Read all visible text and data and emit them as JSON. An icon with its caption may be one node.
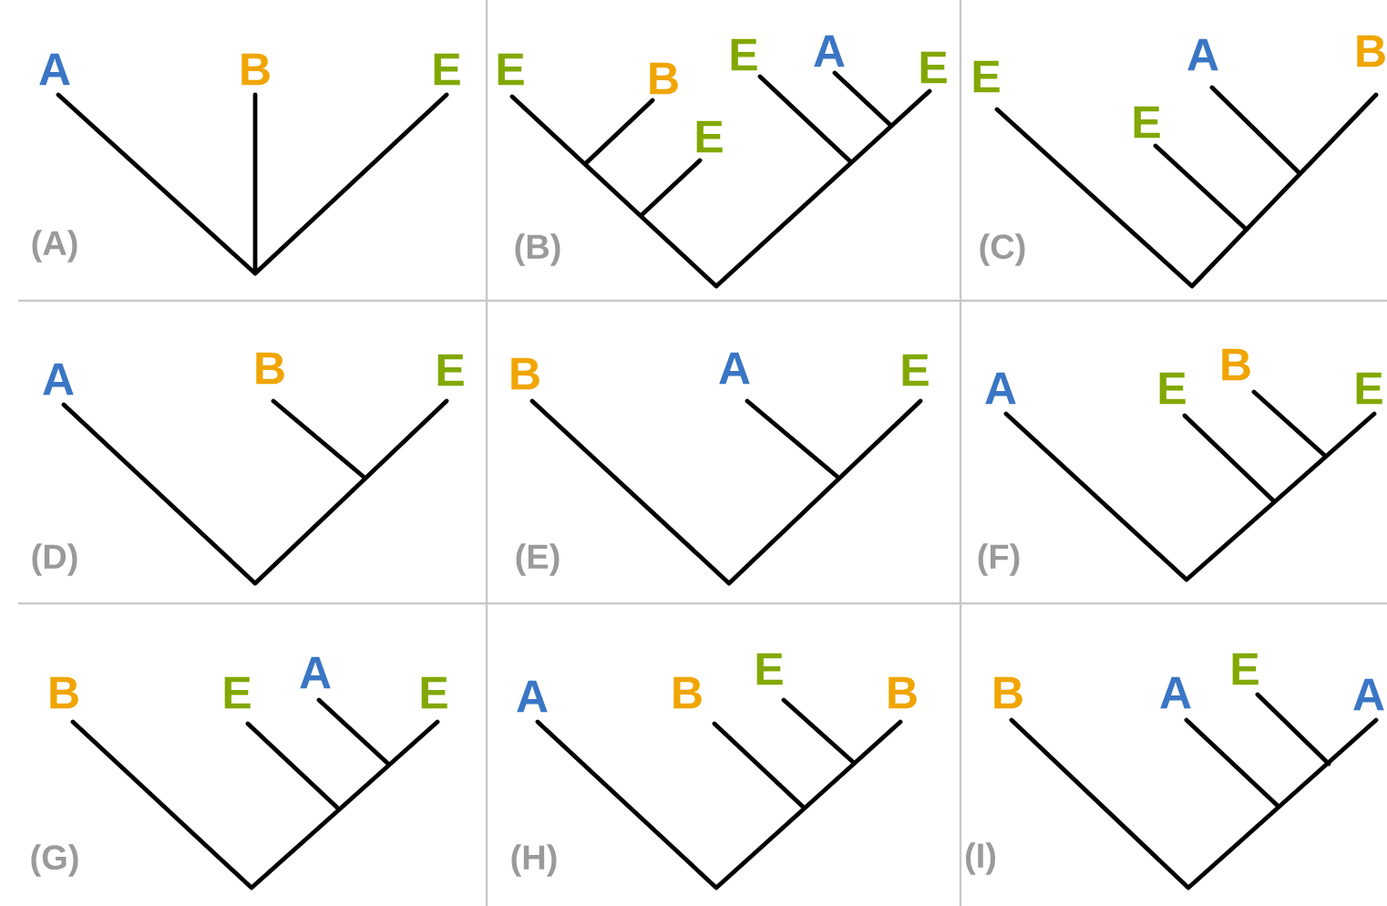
{
  "diagram": {
    "labels": [
      "A",
      "B",
      "E",
      "(A)",
      "E",
      "B",
      "E",
      "E",
      "A",
      "E",
      "(B)",
      "E",
      "E",
      "A",
      "B",
      "(C)",
      "A",
      "B",
      "E",
      "(D)",
      "B",
      "A",
      "E",
      "(E)",
      "A",
      "E",
      "B",
      "E",
      "(F)",
      "B",
      "E",
      "A",
      "E",
      "(G)",
      "A",
      "B",
      "E",
      "B",
      "(H)",
      "B",
      "A",
      "E",
      "A",
      "(I)"
    ]
  }
}
